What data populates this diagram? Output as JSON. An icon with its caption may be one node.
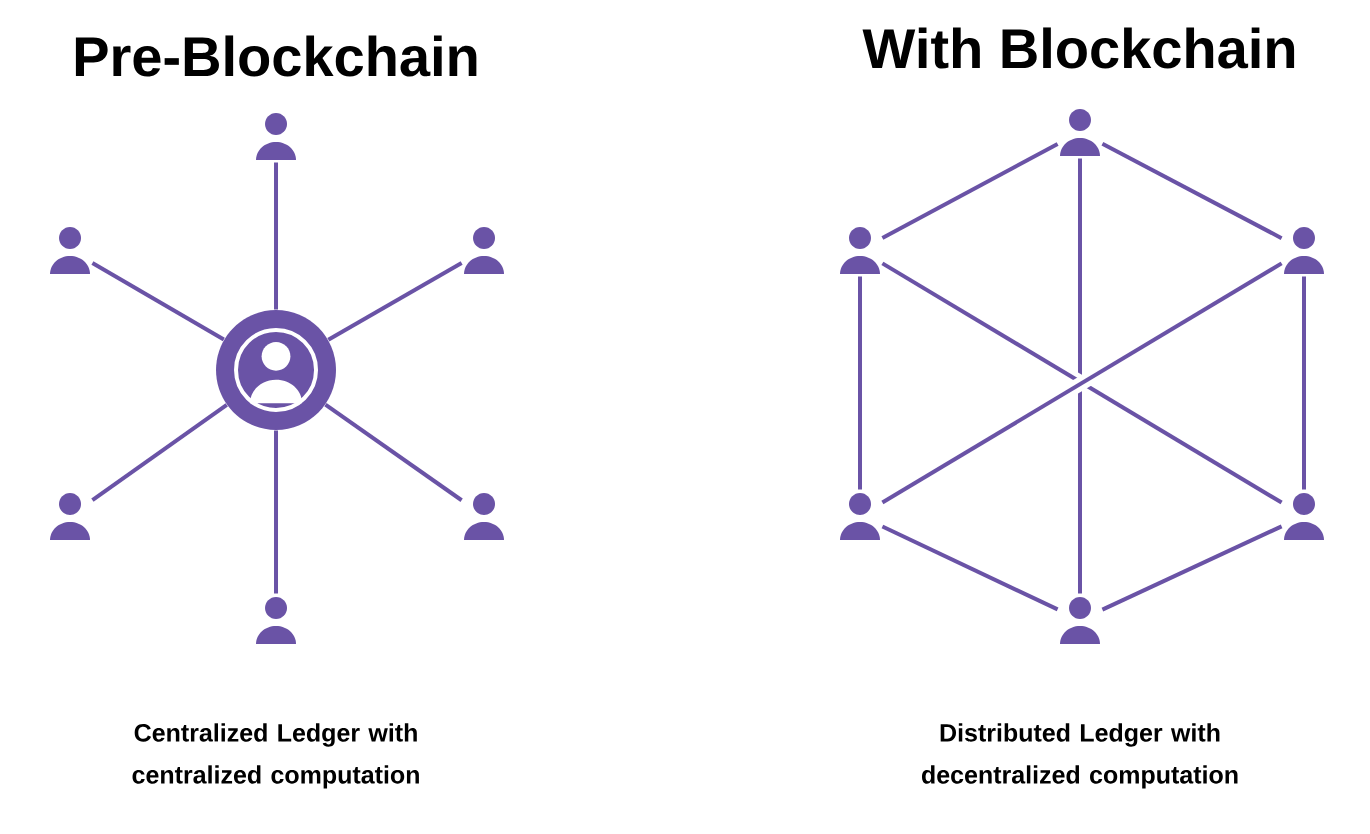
{
  "diagram": {
    "nodes": [
      {
        "text": [],
        "shape": "person"
      },
      {
        "text": [],
        "shape": "person"
      },
      {
        "text": [],
        "shape": "person"
      },
      {
        "text": [],
        "shape": "circle"
      },
      {
        "text": [],
        "shape": "person"
      },
      {
        "text": [],
        "shape": "person"
      },
      {
        "text": [],
        "shape": "person"
      },
      {
        "text": [],
        "shape": "person"
      },
      {
        "text": [],
        "shape": "person"
      },
      {
        "text": [],
        "shape": "person"
      },
      {
        "text": [],
        "shape": "person"
      },
      {
        "text": [],
        "shape": "person"
      },
      {
        "text": [],
        "shape": "person"
      }
    ],
    "edges": [
      {
        "from": 3,
        "to": 0,
        "arrow": "none"
      },
      {
        "from": 3,
        "to": 1,
        "arrow": "none"
      },
      {
        "from": 3,
        "to": 2,
        "arrow": "none"
      },
      {
        "from": 3,
        "to": 4,
        "arrow": "none"
      },
      {
        "from": 3,
        "to": 5,
        "arrow": "none"
      },
      {
        "from": 3,
        "to": 6,
        "arrow": "none"
      },
      {
        "from": 7,
        "to": 8,
        "arrow": "none"
      },
      {
        "from": 7,
        "to": 9,
        "arrow": "none"
      },
      {
        "from": 8,
        "to": 10,
        "arrow": "none"
      },
      {
        "from": 9,
        "to": 11,
        "arrow": "none"
      },
      {
        "from": 10,
        "to": 12,
        "arrow": "none"
      },
      {
        "from": 11,
        "to": 12,
        "arrow": "none"
      },
      {
        "from": 7,
        "to": 12,
        "arrow": "none"
      },
      {
        "from": 8,
        "to": 11,
        "arrow": "none"
      },
      {
        "from": 9,
        "to": 10,
        "arrow": "none"
      }
    ],
    "labels": [
      "Pre-Blockchain",
      "With Blockchain",
      "Centralized Ledger with centralized computation",
      "Distributed Ledger with decentralized computation"
    ]
  }
}
